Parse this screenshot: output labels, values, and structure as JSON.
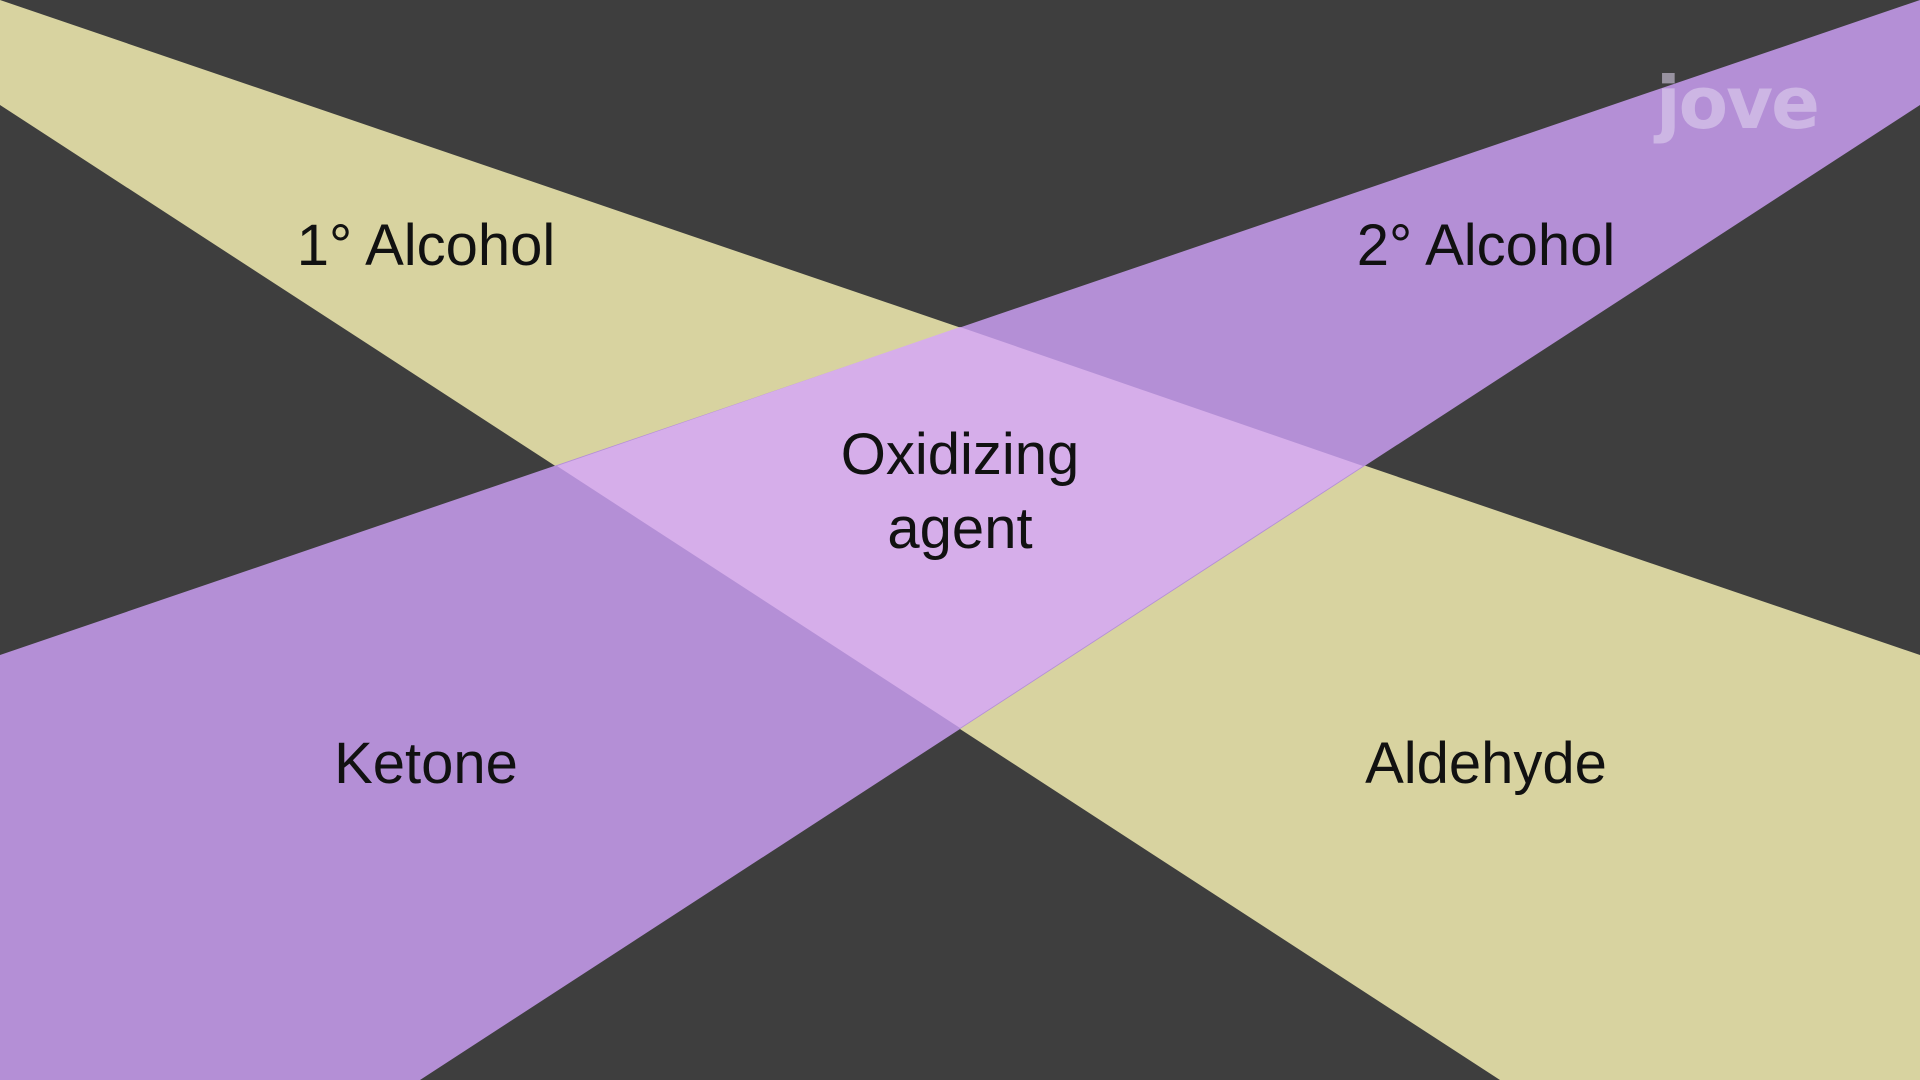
{
  "diagram": {
    "background": "#3e3e3e",
    "band_colors": {
      "yellow": "#d8d3a0",
      "purple": "#b48fd6",
      "overlap": "#d6aeea"
    },
    "labels": {
      "primary_alcohol": "1° Alcohol",
      "secondary_alcohol": "2° Alcohol",
      "center_line1": "Oxidizing",
      "center_line2": "agent",
      "ketone": "Ketone",
      "aldehyde": "Aldehyde"
    },
    "logo": "jove"
  }
}
